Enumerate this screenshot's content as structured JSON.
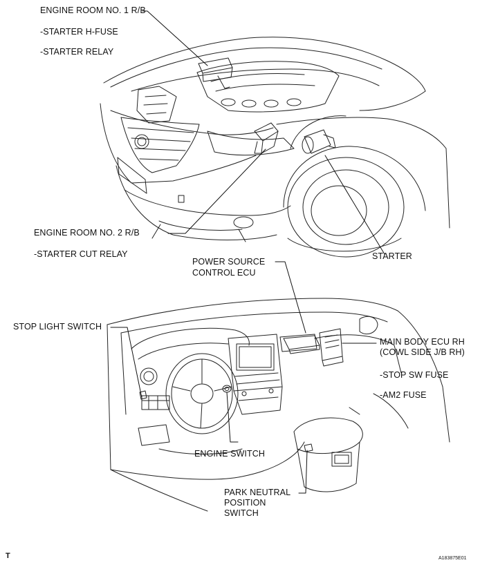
{
  "labels": {
    "engine_room_1": "ENGINE ROOM NO. 1 R/B",
    "starter_h_fuse": "-STARTER H-FUSE",
    "starter_relay": "-STARTER RELAY",
    "engine_room_2": "ENGINE ROOM NO. 2 R/B",
    "starter_cut_relay": "-STARTER CUT RELAY",
    "starter": "STARTER",
    "power_source_line1": "POWER SOURCE",
    "power_source_line2": "CONTROL ECU",
    "stop_light_switch": "STOP LIGHT SWITCH",
    "main_body_ecu_line1": "MAIN BODY ECU RH",
    "main_body_ecu_line2": "(COWL SIDE J/B RH)",
    "stop_sw_fuse": "-STOP SW FUSE",
    "am2_fuse": "-AM2 FUSE",
    "engine_switch": "ENGINE SWITCH",
    "park_neutral_line1": "PARK NEUTRAL",
    "park_neutral_line2": "POSITION",
    "park_neutral_line3": "SWITCH"
  },
  "footer": {
    "corner_mark": "T",
    "figure_code": "A183875E01"
  }
}
